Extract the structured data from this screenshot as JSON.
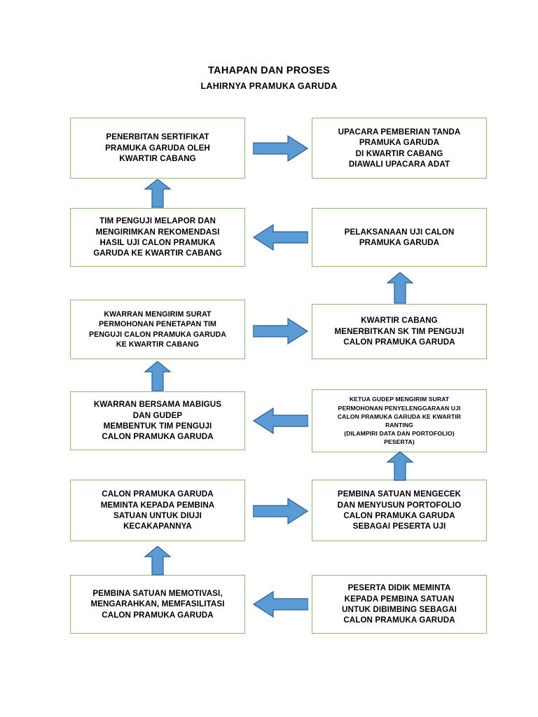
{
  "document": {
    "title_line1": "TAHAPAN DAN PROSES",
    "title_line2": "LAHIRNYA PRAMUKA GARUDA"
  },
  "theme": {
    "box_border_color": "#8FB97A",
    "box_fill_color": "#FFFFFF",
    "arrow_fill_color": "#5B9BD5",
    "arrow_stroke_color": "#2E5F8A",
    "text_color": "#000000",
    "page_background": "#FFFFFF"
  },
  "flowchart": {
    "type": "process-flow",
    "direction": "serpentine-bottom-up",
    "rows": 6,
    "columns": 2,
    "nodes": [
      {
        "id": "n1",
        "step": 1,
        "row": 6,
        "column": "right",
        "text": "PESERTA DIDIK MEMINTA\nKEPADA PEMBINA SATUAN\nUNTUK DIBIMBING SEBAGAI\nCALON PRAMUKA GARUDA"
      },
      {
        "id": "n2",
        "step": 2,
        "row": 6,
        "column": "left",
        "text": "PEMBINA SATUAN MEMOTIVASI,\nMENGARAHKAN, MEMFASILITASI\nCALON PRAMUKA GARUDA"
      },
      {
        "id": "n3",
        "step": 3,
        "row": 5,
        "column": "left",
        "text": "CALON PRAMUKA GARUDA\nMEMINTA KEPADA PEMBINA\nSATUAN UNTUK DIUJI\nKECAKAPANNYA"
      },
      {
        "id": "n4",
        "step": 4,
        "row": 5,
        "column": "right",
        "text": "PEMBINA SATUAN MENGECEK\nDAN MENYUSUN PORTOFOLIO\nCALON PRAMUKA GARUDA\nSEBAGAI PESERTA UJI"
      },
      {
        "id": "n5",
        "step": 5,
        "row": 4,
        "column": "right",
        "text": "KETUA GUDEP MENGIRIM SURAT\nPERMOHONAN PENYELENGGARAAN UJI\nCALON PRAMUKA GARUDA KE KWARTIR\nRANTING\n(DILAMPIRI DATA DAN PORTOFOLIO)\nPESERTA)"
      },
      {
        "id": "n6",
        "step": 6,
        "row": 4,
        "column": "left",
        "text": "KWARRAN BERSAMA MABIGUS\nDAN GUDEP\nMEMBENTUK TIM PENGUJI\nCALON PRAMUKA GARUDA"
      },
      {
        "id": "n7",
        "step": 7,
        "row": 3,
        "column": "left",
        "text": "KWARRAN MENGIRIM SURAT\nPERMOHONAN PENETAPAN  TIM\nPENGUJI CALON PRAMUKA GARUDA\nKE KWARTIR CABANG"
      },
      {
        "id": "n8",
        "step": 8,
        "row": 3,
        "column": "right",
        "text": "KWARTIR CABANG\nMENERBITKAN SK TIM PENGUJI\nCALON PRAMUKA GARUDA"
      },
      {
        "id": "n9",
        "step": 9,
        "row": 2,
        "column": "right",
        "text": "PELAKSANAAN UJI CALON\nPRAMUKA GARUDA"
      },
      {
        "id": "n10",
        "step": 10,
        "row": 2,
        "column": "left",
        "text": "TIM PENGUJI MELAPOR DAN\nMENGIRIMKAN REKOMENDASI\nHASIL UJI CALON PRAMUKA\nGARUDA KE KWARTIR CABANG"
      },
      {
        "id": "n11",
        "step": 11,
        "row": 1,
        "column": "left",
        "text": "PENERBITAN SERTIFIKAT\nPRAMUKA GARUDA OLEH\nKWARTIR CABANG"
      },
      {
        "id": "n12",
        "step": 12,
        "row": 1,
        "column": "right",
        "text": "UPACARA PEMBERIAN TANDA\nPRAMUKA GARUDA\nDI KWARTIR CABANG\nDIAWALI UPACARA ADAT"
      }
    ],
    "connectors": [
      {
        "id": "a1",
        "from": "n1",
        "to": "n2",
        "direction": "left"
      },
      {
        "id": "a2",
        "from": "n2",
        "to": "n3",
        "direction": "up"
      },
      {
        "id": "a3",
        "from": "n3",
        "to": "n4",
        "direction": "right"
      },
      {
        "id": "a4",
        "from": "n4",
        "to": "n5",
        "direction": "up"
      },
      {
        "id": "a5",
        "from": "n5",
        "to": "n6",
        "direction": "left"
      },
      {
        "id": "a6",
        "from": "n6",
        "to": "n7",
        "direction": "up"
      },
      {
        "id": "a7",
        "from": "n7",
        "to": "n8",
        "direction": "right"
      },
      {
        "id": "a8",
        "from": "n8",
        "to": "n9",
        "direction": "up"
      },
      {
        "id": "a9",
        "from": "n9",
        "to": "n10",
        "direction": "left"
      },
      {
        "id": "a10",
        "from": "n10",
        "to": "n11",
        "direction": "up"
      },
      {
        "id": "a11",
        "from": "n11",
        "to": "n12",
        "direction": "right"
      }
    ]
  }
}
